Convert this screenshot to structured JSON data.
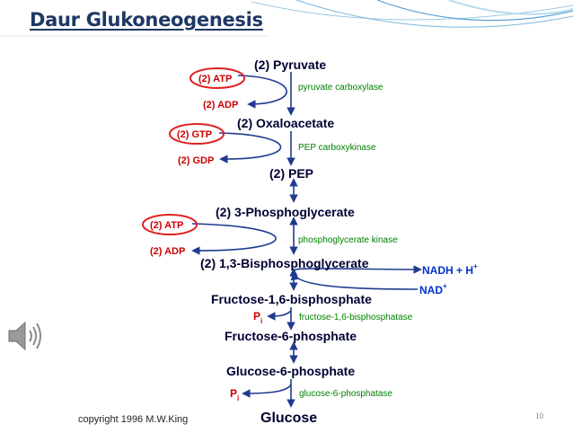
{
  "slide": {
    "title": "Daur Glukoneogenesis",
    "page_number": "10",
    "speaker_icon": "speaker-volume-icon"
  },
  "colors": {
    "title": "#1f3864",
    "compound": "#000033",
    "enzyme": "#008000",
    "cofactor": "#cc0000",
    "nad": "#0033cc",
    "arrow": "#1f3b8f",
    "circle": "#e02020"
  },
  "diagram": {
    "compounds": [
      "(2) Pyruvate",
      "(2) Oxaloacetate",
      "(2) PEP",
      "(2) 3-Phosphoglycerate",
      "(2) 1,3-Bisphosphoglycerate",
      "Fructose-1,6-bisphosphate",
      "Fructose-6-phosphate",
      "Glucose-6-phosphate",
      "Glucose"
    ],
    "enzymes": [
      "pyruvate carboxylase",
      "PEP carboxykinase",
      "phosphoglycerate kinase",
      "fructose-1,6-bisphosphatase",
      "glucose-6-phosphatase"
    ],
    "cofactors_in": [
      "(2) ATP",
      "(2) GTP",
      "(2) ATP"
    ],
    "cofactors_out": [
      "(2) ADP",
      "(2) GDP",
      "(2) ADP"
    ],
    "nad": {
      "nadh": "NADH + H",
      "nadh_sup": "+",
      "nad": "NAD",
      "nad_sup": "+"
    },
    "pi": [
      "P",
      "P"
    ],
    "pi_sub": "i",
    "copyright": "copyright 1996 M.W.King"
  }
}
